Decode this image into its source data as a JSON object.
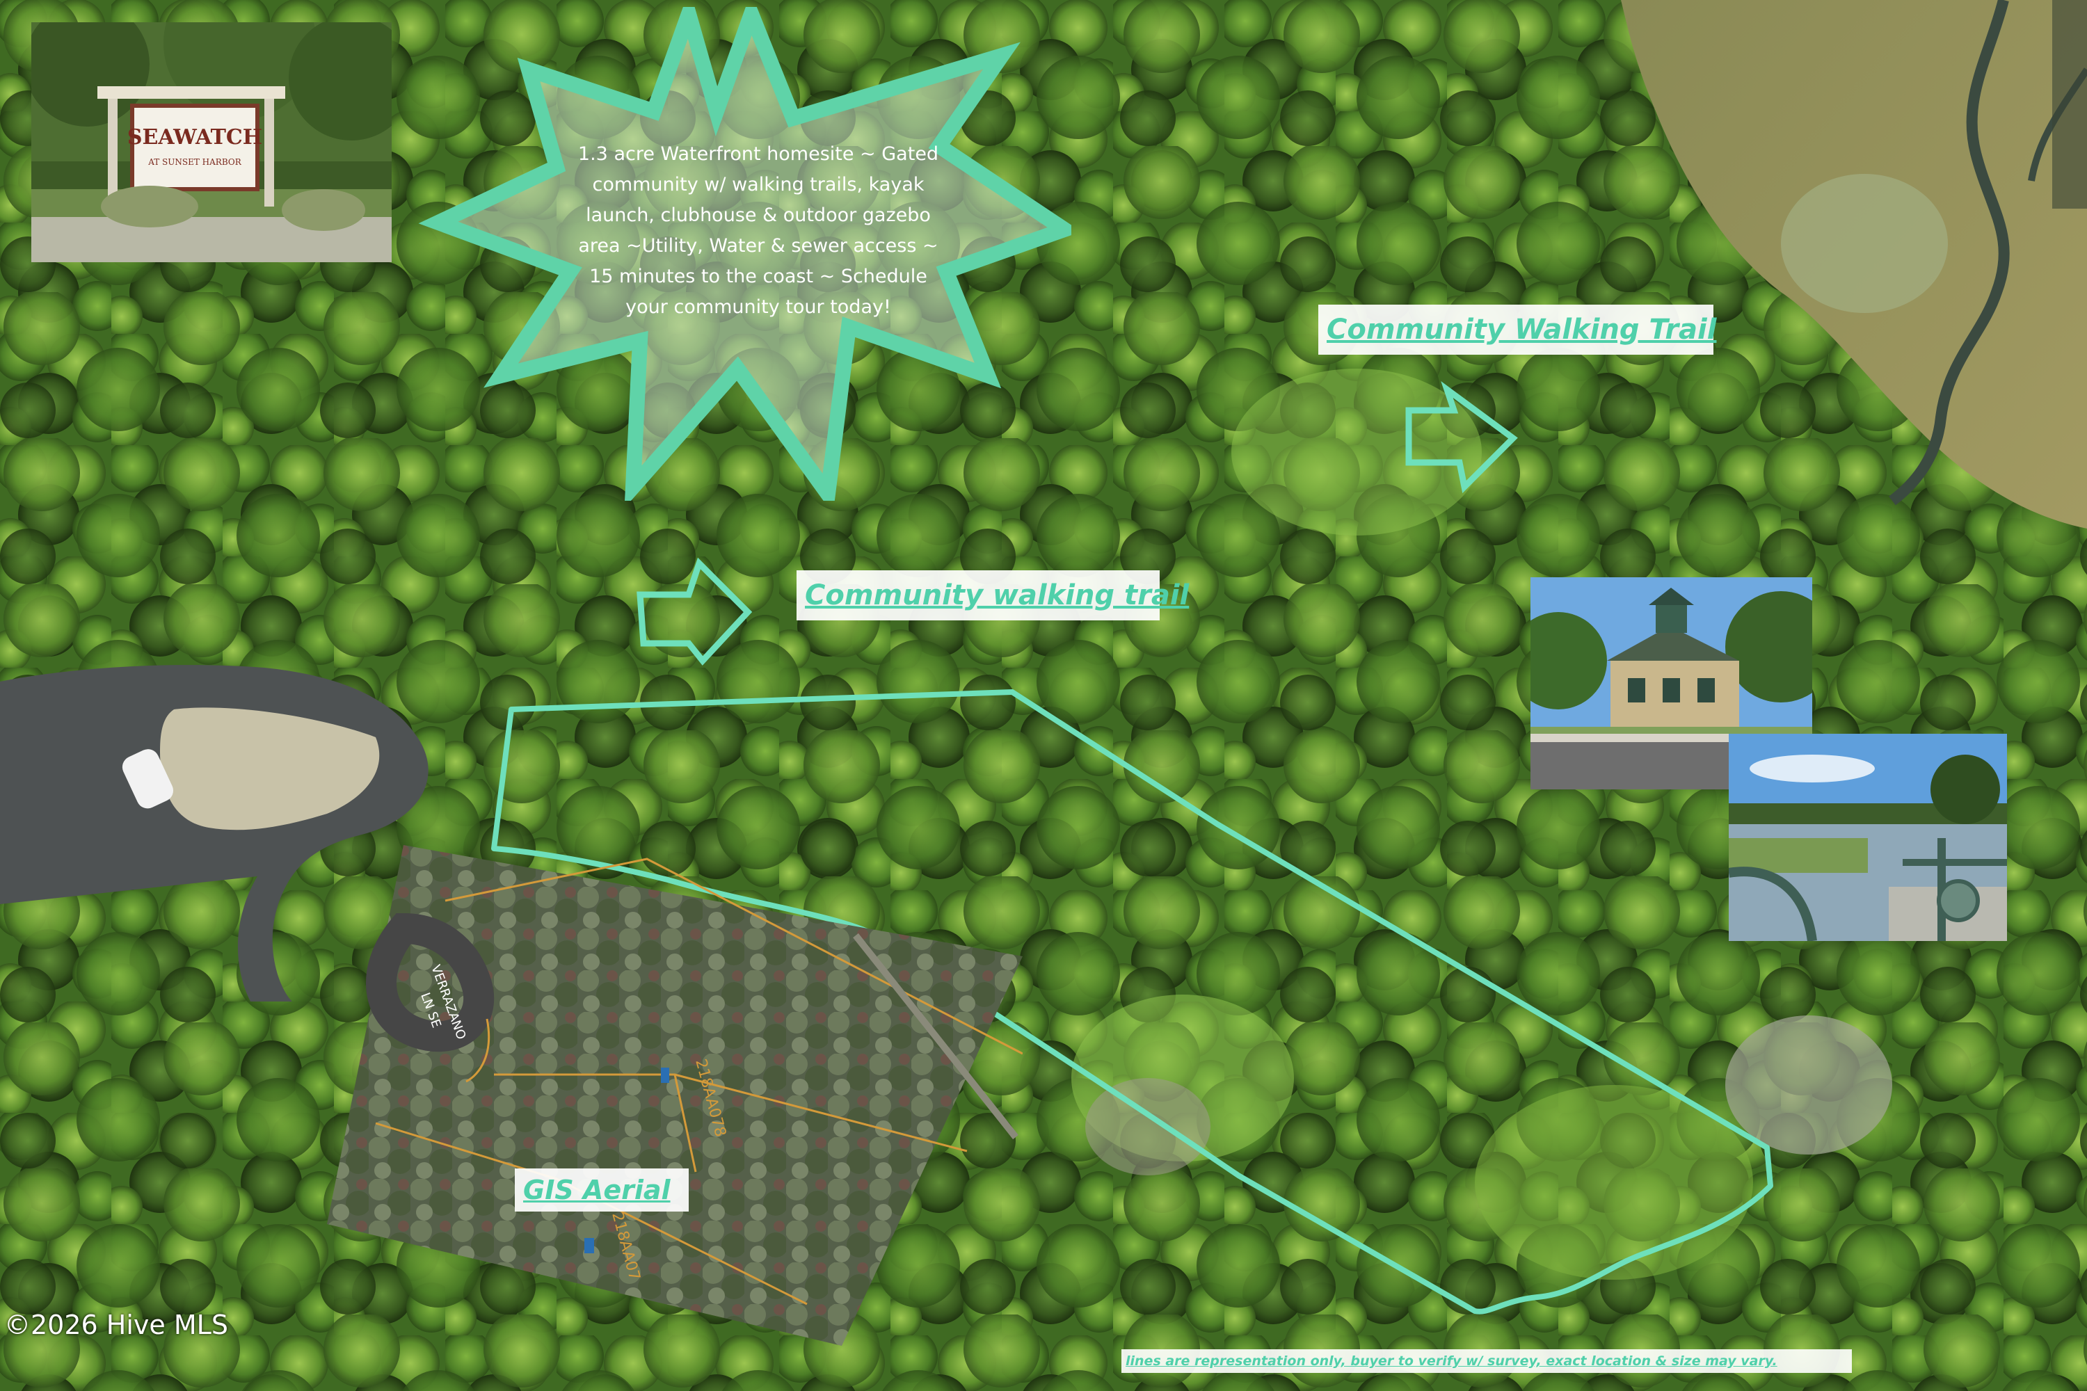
{
  "listing_text": "1.3 acre Waterfront homesite ~ Gated community w/ walking trails, kayak launch, clubhouse & outdoor gazebo area ~Utility, Water & sewer access ~ 15 minutes to the coast ~ Schedule your community tour today!",
  "labels": {
    "trail_upper": "Community Walking Trail",
    "trail_lower": "Community walking trail",
    "gis": "GIS Aerial"
  },
  "sign": {
    "line1": "SEAWATCH",
    "line2": "AT SUNSET HARBOR"
  },
  "gis_map": {
    "street": "VERRAZANO",
    "street2": "LN SE",
    "parcel1": "218AA078",
    "parcel2": "218AA07"
  },
  "copyright": "©2026 Hive MLS",
  "disclaimer": "lines are representation only, buyer to verify w/ survey, exact location & size may vary.",
  "colors": {
    "accent": "#4fd0aa",
    "outline": "#6ee0bc",
    "parcel_line": "#d49a3a"
  },
  "icons": [
    "right-arrow-icon",
    "right-arrow-icon"
  ]
}
